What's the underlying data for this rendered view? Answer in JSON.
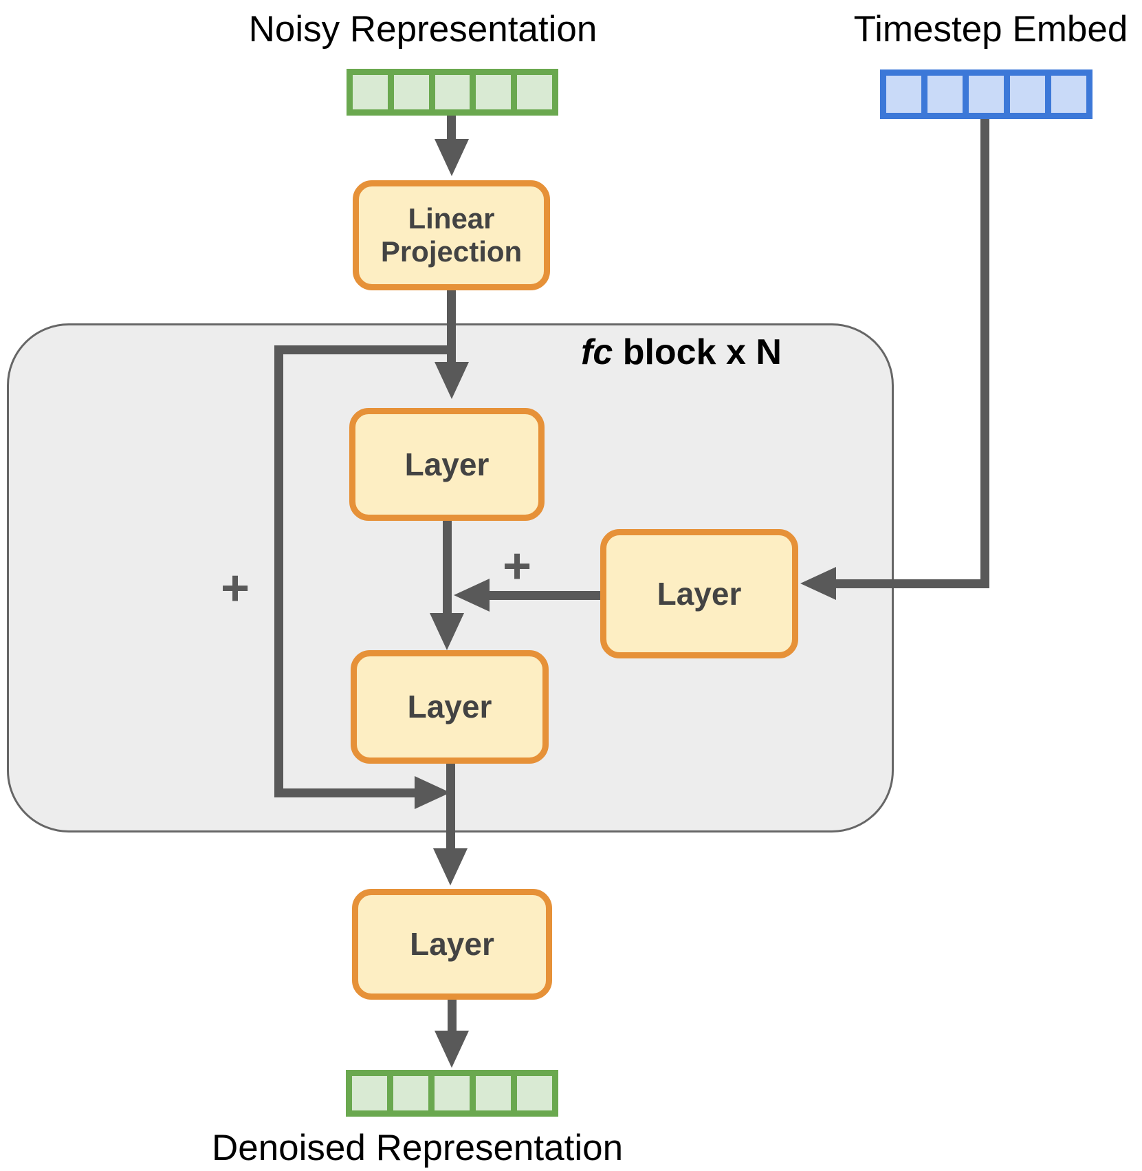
{
  "labels": {
    "noisy": "Noisy Representation",
    "timestep": "Timestep Embed",
    "denoised": "Denoised Representation"
  },
  "fc_block": {
    "label_italic": "fc",
    "label_rest": " block x N"
  },
  "nodes": {
    "linear_projection": "Linear Projection",
    "layer_1": "Layer",
    "layer_time": "Layer",
    "layer_2": "Layer",
    "layer_out": "Layer"
  },
  "operators": {
    "plus_skip": "+",
    "plus_time": "+"
  },
  "bars": {
    "noisy_cells": 5,
    "timestep_cells": 5,
    "denoised_cells": 5
  },
  "colors": {
    "green_border": "#6aa84f",
    "green_fill": "#d9ead3",
    "blue_border": "#3c78d8",
    "blue_fill": "#c9daf8",
    "orange_border": "#e69138",
    "node_fill": "#fdeec3",
    "node_text": "#434343",
    "line": "#595959",
    "block_fill": "#ededed",
    "block_border": "#666666",
    "label_text": "#000000"
  }
}
